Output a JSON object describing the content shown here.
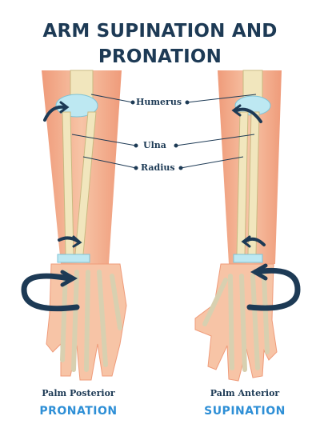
{
  "title_line1": "ARM SUPINATION AND",
  "title_line2": "PRONATION",
  "labels": {
    "humerus": "Humerus",
    "ulna": "Ulna",
    "radius": "Radius"
  },
  "left": {
    "caption": "Palm Posterior",
    "movement": "PRONATION"
  },
  "right": {
    "caption": "Palm Anterior",
    "movement": "SUPINATION"
  },
  "colors": {
    "title": "#1d3a55",
    "movement": "#2e8fd6",
    "skin": "#f7c4a6",
    "skin_dark": "#ef9b7a",
    "bone": "#f1e6bd",
    "joint": "#bde8f2",
    "arrow": "#1d3a55"
  }
}
